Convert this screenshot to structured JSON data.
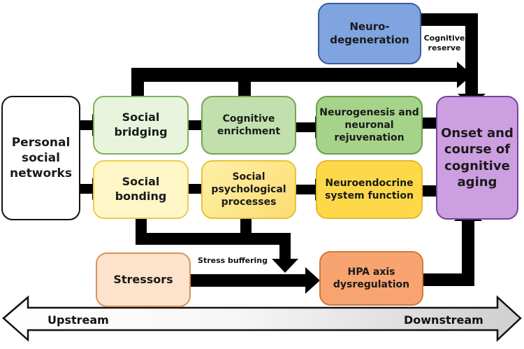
{
  "nodes": {
    "personal_social_networks": {
      "label": "Personal\nsocial\nnetworks",
      "fill": "#ffffff",
      "border": "#000000"
    },
    "social_bridging": {
      "label": "Social\nbridging",
      "fill": "#e8f5dc",
      "border": "#7fb05a"
    },
    "cognitive_enrichment": {
      "label": "Cognitive\nenrichment",
      "fill": "#c2e0ae",
      "border": "#72a652"
    },
    "neurogenesis": {
      "label": "Neurogenesis and\nneuronal\nrejuvenation",
      "fill": "#a6d38a",
      "border": "#6a9f4c"
    },
    "social_bonding": {
      "label": "Social\nbonding",
      "fill": "#fff6c8",
      "border": "#e8cf50"
    },
    "social_psychological": {
      "label": "Social\npsychological\nprocesses",
      "fill": "#fde68a",
      "border": "#e5c43a"
    },
    "neuroendocrine": {
      "label": "Neuroendocrine\nsystem function",
      "fill": "#fdd94a",
      "border": "#e4b92a"
    },
    "onset": {
      "label": "Onset and\ncourse of\ncognitive\naging",
      "fill": "#cc9fe0",
      "border": "#7a3f9a"
    },
    "neurodegeneration": {
      "label": "Neuro-\ndegeneration",
      "fill": "#7fa4e0",
      "border": "#3a5c9c"
    },
    "stressors": {
      "label": "Stressors",
      "fill": "#fde3cc",
      "border": "#d9925a"
    },
    "hpa": {
      "label": "HPA axis\ndysregulation",
      "fill": "#f7a470",
      "border": "#d07a3c"
    }
  },
  "edge_labels": {
    "cognitive_reserve": "Cognitive\nreserve",
    "stress_buffering": "Stress buffering"
  },
  "axis": {
    "left_label": "Upstream",
    "right_label": "Downstream"
  }
}
